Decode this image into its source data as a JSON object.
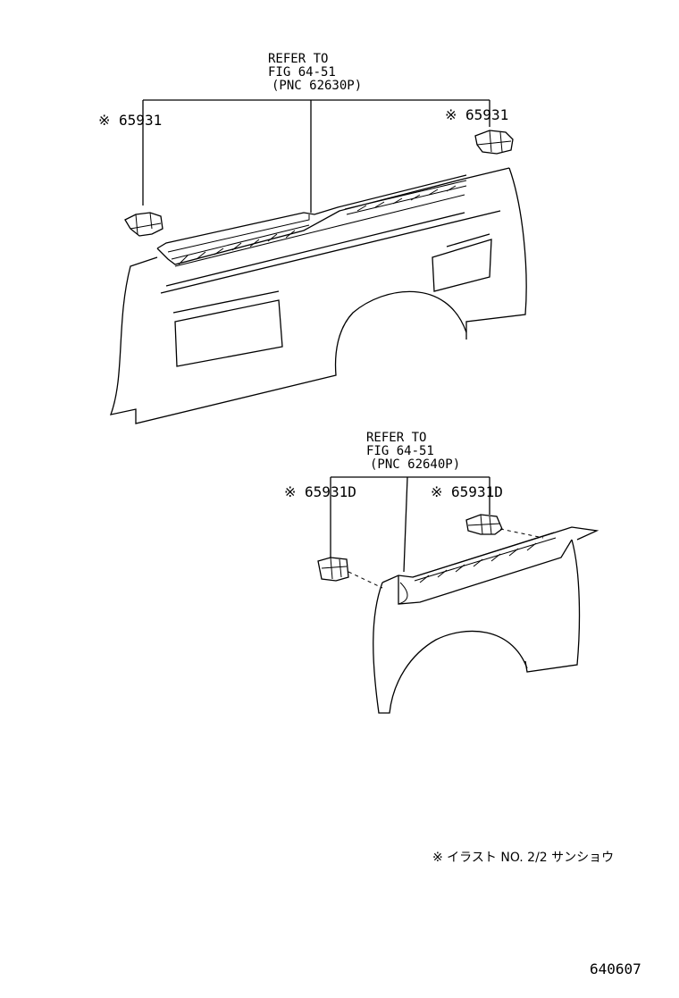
{
  "diagram": {
    "upper": {
      "refer": [
        "REFER TO",
        "FIG 64-51",
        "(PNC 62630P)"
      ],
      "left_part": "※ 65931",
      "right_part": "※ 65931"
    },
    "lower": {
      "refer": [
        "REFER TO",
        "FIG 64-51",
        "(PNC 62640P)"
      ],
      "left_part": "※ 65931D",
      "right_part": "※ 65931D"
    },
    "footnote": "※ イラスト NO. 2/2 サンショウ",
    "figure_number": "640607"
  }
}
